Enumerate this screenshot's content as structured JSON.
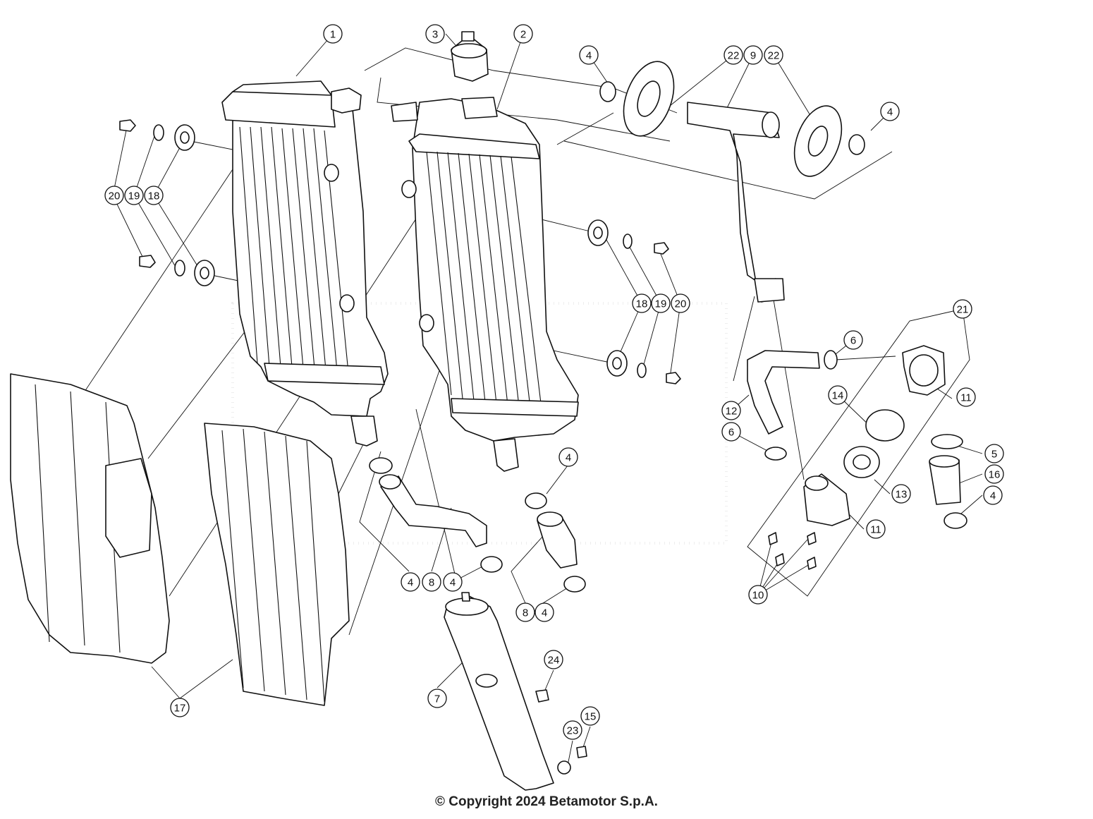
{
  "copyright": "© Copyright 2024 Betamotor S.p.A.",
  "callouts": [
    {
      "label": "1"
    },
    {
      "label": "2"
    },
    {
      "label": "3"
    },
    {
      "label": "4"
    },
    {
      "label": "22"
    },
    {
      "label": "9"
    },
    {
      "label": "22"
    },
    {
      "label": "4"
    },
    {
      "label": "20"
    },
    {
      "label": "19"
    },
    {
      "label": "18"
    },
    {
      "label": "18"
    },
    {
      "label": "19"
    },
    {
      "label": "20"
    },
    {
      "label": "21"
    },
    {
      "label": "6"
    },
    {
      "label": "11"
    },
    {
      "label": "14"
    },
    {
      "label": "12"
    },
    {
      "label": "6"
    },
    {
      "label": "5"
    },
    {
      "label": "16"
    },
    {
      "label": "13"
    },
    {
      "label": "4"
    },
    {
      "label": "11"
    },
    {
      "label": "10"
    },
    {
      "label": "4"
    },
    {
      "label": "4"
    },
    {
      "label": "8"
    },
    {
      "label": "4"
    },
    {
      "label": "8"
    },
    {
      "label": "4"
    },
    {
      "label": "24"
    },
    {
      "label": "7"
    },
    {
      "label": "15"
    },
    {
      "label": "23"
    },
    {
      "label": "17"
    }
  ]
}
